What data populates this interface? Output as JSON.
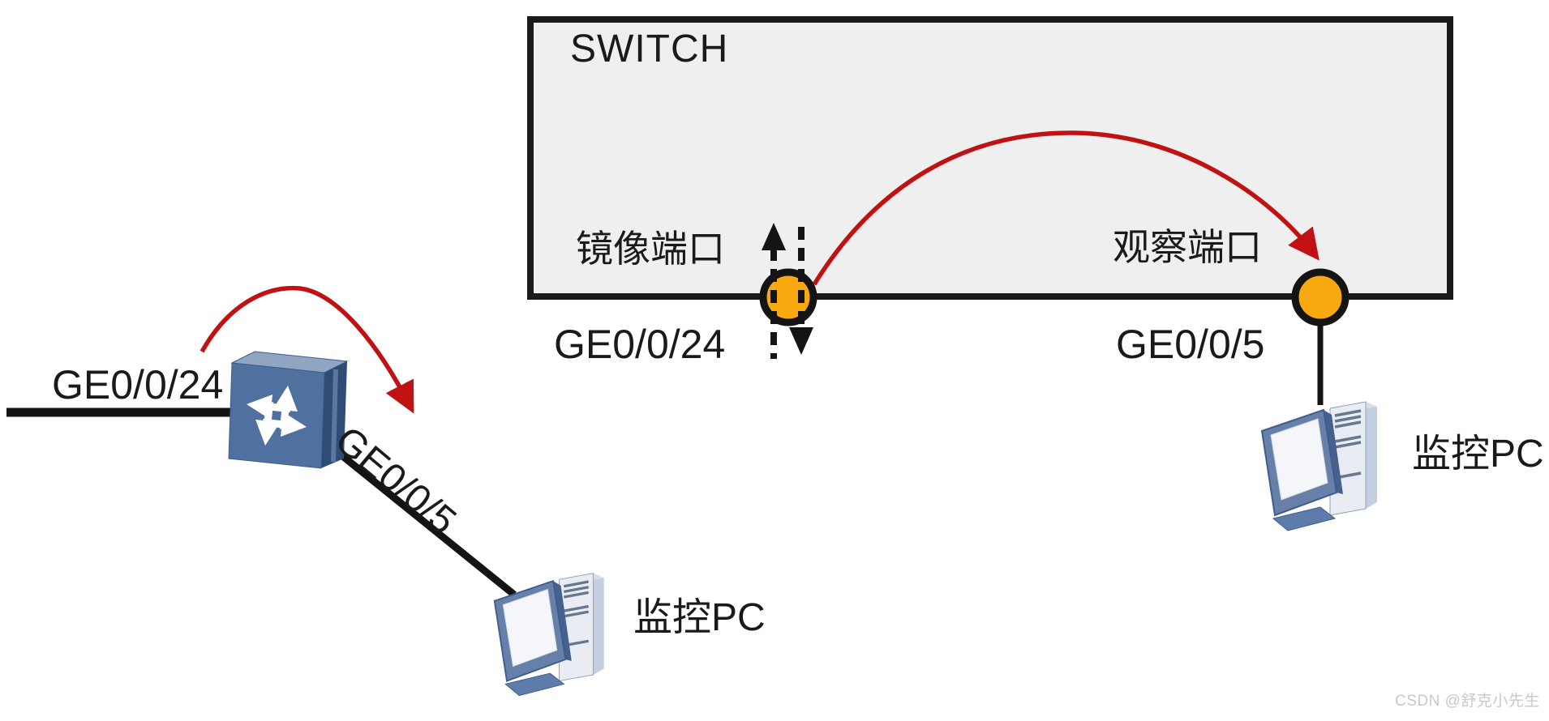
{
  "diagram": {
    "switch": {
      "title": "SWITCH",
      "mirror_port": {
        "label": "镜像端口",
        "interface": "GE0/0/24"
      },
      "observe_port": {
        "label": "观察端口",
        "interface": "GE0/0/5"
      }
    },
    "monitor_pc_right": {
      "label": "监控PC"
    },
    "edge_switch": {
      "uplink_interface": "GE0/0/24",
      "mirror_interface": "GE0/0/5"
    },
    "monitor_pc_left": {
      "label": "监控PC"
    },
    "watermark": "CSDN @舒克小先生",
    "colors": {
      "port_fill": "#F8A912",
      "mirror_arrow_red": "#C01212",
      "switch_box_fill": "#EFEFEF",
      "line_black": "#141414",
      "device_blue_front": "#50719F",
      "device_blue_dark": "#2F4C77"
    }
  }
}
